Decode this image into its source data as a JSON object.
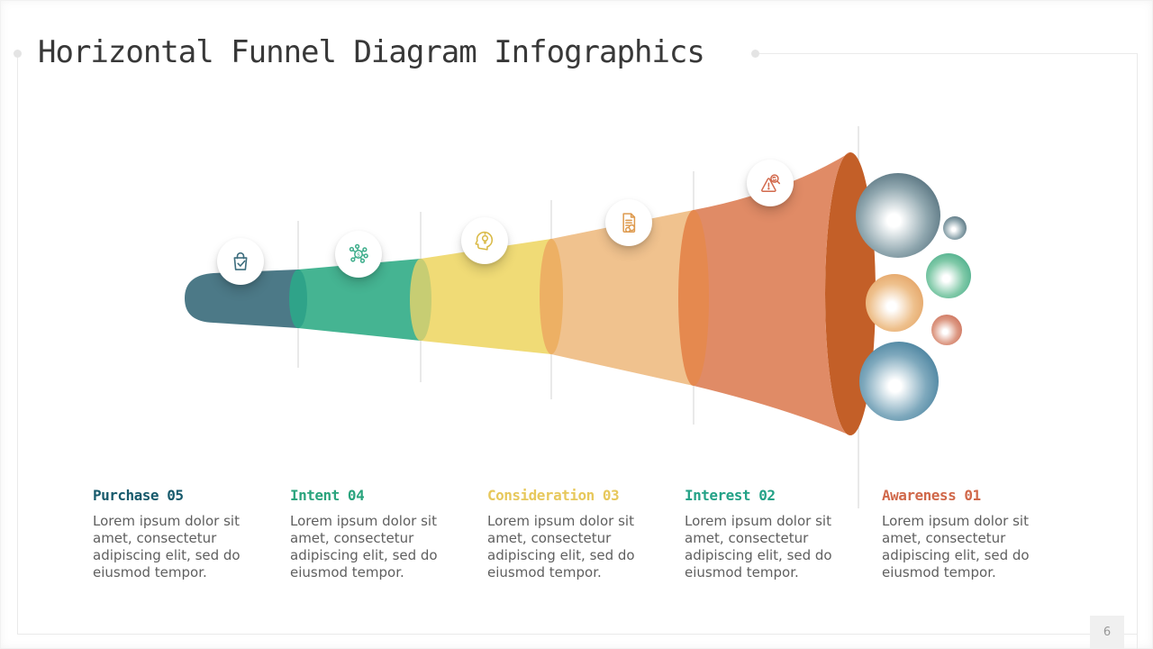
{
  "slide": {
    "title": "Horizontal Funnel Diagram Infographics",
    "title_color": "#383838",
    "frame_color": "#eaeaea"
  },
  "stages": [
    {
      "label": "Purchase 05",
      "heading_color": "#175a6c",
      "icon": "shopping-bag-check-icon",
      "icon_color": "#3e6e7e",
      "description": "Lorem ipsum dolor sit amet, consectetur adipiscing elit, sed do eiusmod tempor."
    },
    {
      "label": "Intent 04",
      "heading_color": "#2aa47d",
      "icon": "money-network-icon",
      "icon_color": "#3fae8c",
      "description": "Lorem ipsum dolor sit amet, consectetur adipiscing elit, sed do eiusmod tempor."
    },
    {
      "label": "Consideration 03",
      "heading_color": "#e7c85c",
      "icon": "idea-head-icon",
      "icon_color": "#d9b945",
      "description": "Lorem ipsum dolor sit amet, consectetur adipiscing elit, sed do eiusmod tempor."
    },
    {
      "label": "Interest 02",
      "heading_color": "#24a287",
      "icon": "invoice-coins-icon",
      "icon_color": "#de9a4e",
      "description": "Lorem ipsum dolor sit amet, consectetur adipiscing elit, sed do eiusmod tempor."
    },
    {
      "label": "Awareness 01",
      "heading_color": "#d0684a",
      "icon": "warning-magnifier-icon",
      "icon_color": "#d2694c",
      "description": "Lorem ipsum dolor sit amet, consectetur adipiscing elit, sed do eiusmod tempor."
    }
  ],
  "funnel": {
    "divider_color": "#d3d3d3",
    "mouth_color": "#c35f28",
    "segments": [
      {
        "stage": "Purchase",
        "body_color": "#4c7987"
      },
      {
        "stage": "Intent",
        "body_color": "#45b492",
        "cap_color": "#2fa389"
      },
      {
        "stage": "Consideration",
        "body_color": "#f0db76",
        "cap_color": "#c7cd73"
      },
      {
        "stage": "Interest",
        "body_color": "#f0c28e",
        "cap_color": "#edb064"
      },
      {
        "stage": "Awareness",
        "body_color": "#e08b66",
        "cap_color": "#e5894f"
      }
    ],
    "bubbles": [
      {
        "name": "slate-large",
        "color": "#31505f",
        "mid": "#90a7af"
      },
      {
        "name": "slate-small",
        "color": "#31505f",
        "mid": "#90a7af"
      },
      {
        "name": "green",
        "color": "#2f9f7a",
        "mid": "#80c9a8"
      },
      {
        "name": "orange",
        "color": "#de9450",
        "mid": "#eec08c"
      },
      {
        "name": "red",
        "color": "#c45c45",
        "mid": "#dd9a85"
      },
      {
        "name": "teal-large",
        "color": "#25688a",
        "mid": "#7fa9bd"
      }
    ]
  },
  "footer": {
    "page_number": "6"
  }
}
